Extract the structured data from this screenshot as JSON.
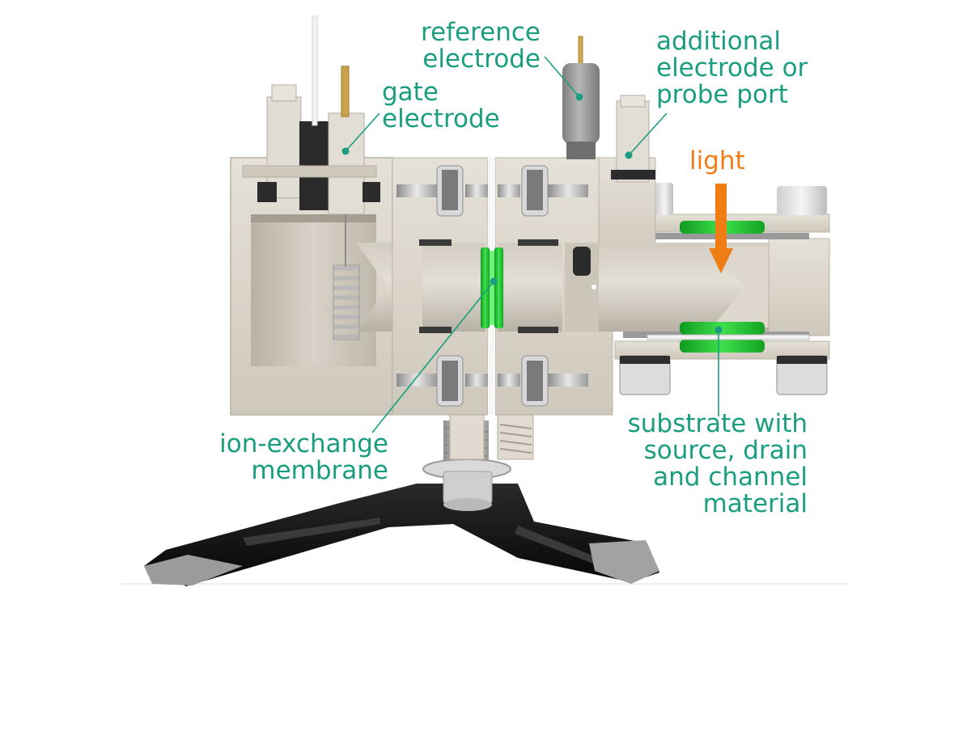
{
  "colors": {
    "label": "#1a9e7f",
    "light_arrow": "#f07d14",
    "housing": "#dcd6cc",
    "housing_dark": "#bdb6aa",
    "housing_shadow": "#a8a196",
    "membrane": "#1ec230",
    "metal": "#c9c9c9",
    "stand": "#151515",
    "stand_foot": "#9a9a9a",
    "reference_body": "#9b9b9b"
  },
  "labels": {
    "reference_electrode": "reference\nelectrode",
    "additional_electrode": "additional\nelectrode or\nprobe port",
    "gate_electrode": "gate\nelectrode",
    "light": "light",
    "ion_exchange_membrane": "ion-exchange\nmembrane",
    "substrate": "substrate with\nsource, drain\nand channel\nmaterial"
  }
}
